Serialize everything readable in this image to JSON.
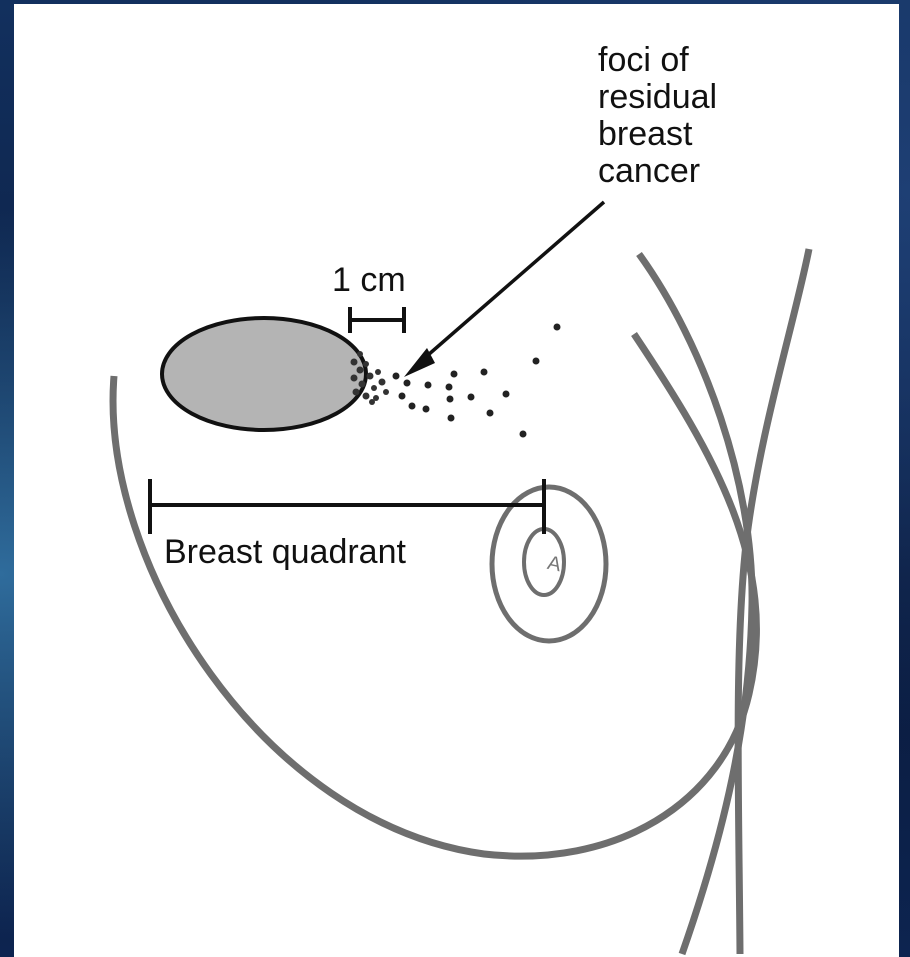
{
  "diagram": {
    "foci_label_lines": [
      "foci of",
      "residual",
      "breast",
      "cancer"
    ],
    "scale_label": "1 cm",
    "quadrant_label": "Breast quadrant",
    "nipple_letter": "A"
  },
  "colors": {
    "outline": "#6e6e6e",
    "tumor_fill": "#b4b4b4",
    "ink": "#111111",
    "panel": "#ffffff",
    "background": "#0b1a3a"
  }
}
